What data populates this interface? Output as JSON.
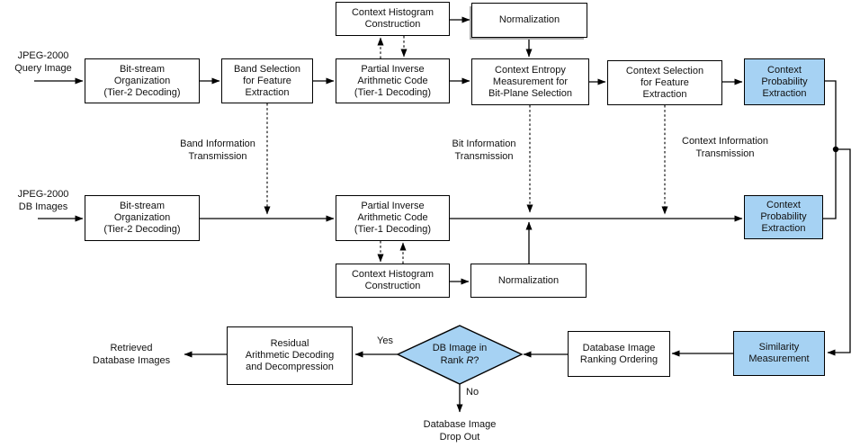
{
  "colors": {
    "highlight": "#a6d2f3",
    "line": "#000000",
    "box_background": "#ffffff"
  },
  "inputs": {
    "query": "JPEG-2000\nQuery Image",
    "db": "JPEG-2000\nDB Images"
  },
  "boxes": {
    "top_context_histogram": {
      "label": "Context Histogram\nConstruction"
    },
    "top_normalization": {
      "label": "Normalization"
    },
    "query_bitstream": {
      "label": "Bit-stream\nOrganization\n(Tier-2 Decoding)"
    },
    "query_band_selection": {
      "label": "Band Selection\nfor Feature\nExtraction"
    },
    "query_partial_inverse": {
      "label": "Partial Inverse\nArithmetic Code\n(Tier-1 Decoding)"
    },
    "query_context_entropy": {
      "label": "Context Entropy\nMeasurement for\nBit-Plane Selection"
    },
    "query_context_selection": {
      "label": "Context Selection\nfor Feature\nExtraction"
    },
    "query_context_probability": {
      "label": "Context\nProbability\nExtraction"
    },
    "db_bitstream": {
      "label": "Bit-stream\nOrganization\n(Tier-2 Decoding)"
    },
    "db_partial_inverse": {
      "label": "Partial Inverse\nArithmetic Code\n(Tier-1 Decoding)"
    },
    "db_context_probability": {
      "label": "Context\nProbability\nExtraction"
    },
    "bottom_context_histogram": {
      "label": "Context Histogram\nConstruction"
    },
    "bottom_normalization": {
      "label": "Normalization"
    },
    "residual_decoding": {
      "label": "Residual\nArithmetic Decoding\nand Decompression"
    },
    "ranking_ordering": {
      "label": "Database Image\nRanking Ordering"
    },
    "similarity_measurement": {
      "label": "Similarity\nMeasurement"
    }
  },
  "decision": {
    "line1": "DB Image in",
    "rank_prefix": "Rank ",
    "rank_var": "R",
    "rank_suffix": "?"
  },
  "edge_labels": {
    "band_info": "Band Information\nTransmission",
    "bit_info": "Bit Information\nTransmission",
    "context_info": "Context Information\nTransmission",
    "yes": "Yes",
    "no": "No"
  },
  "outputs": {
    "retrieved": "Retrieved\nDatabase Images",
    "drop_out": "Database Image\nDrop Out"
  }
}
